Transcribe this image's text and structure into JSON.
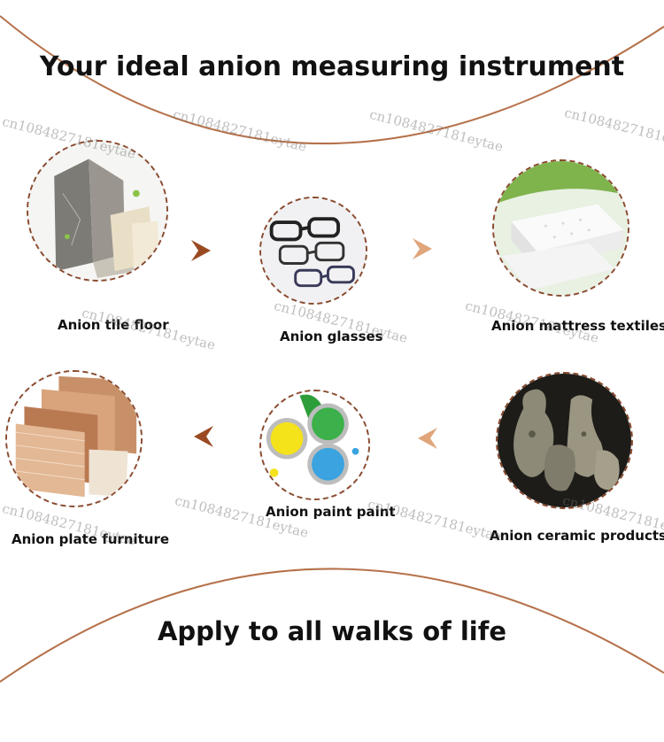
{
  "title": "Your ideal anion measuring instrument",
  "footer": "Apply to all walks of life",
  "watermark": "cn1084827181eytae",
  "colors": {
    "arc": "#b5714a",
    "dash": "#8a4a2e",
    "arrow": "#9a4a22",
    "arrow_light": "#e0a57a"
  },
  "items": [
    {
      "label": "Anion tile floor",
      "icon": "tile-floor-image"
    },
    {
      "label": "Anion glasses",
      "icon": "glasses-image"
    },
    {
      "label": "Anion mattress textiles",
      "icon": "mattress-image"
    },
    {
      "label": "Anion plate furniture",
      "icon": "wood-plates-image"
    },
    {
      "label": "Anion paint paint",
      "icon": "paint-cans-image"
    },
    {
      "label": "Anion ceramic products",
      "icon": "ceramic-vases-image"
    }
  ]
}
